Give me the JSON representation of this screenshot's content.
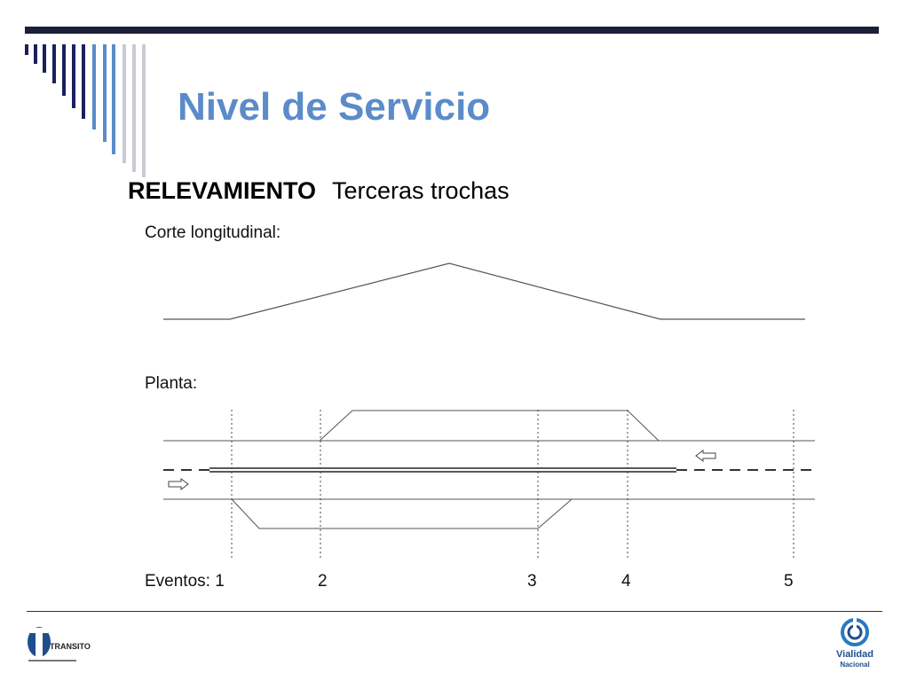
{
  "slide": {
    "title": "Nivel de Servicio",
    "subtitle_keyword": "RELEVAMIENTO",
    "subtitle_text": "Terceras trochas"
  },
  "diagram": {
    "section_label": "Corte longitudinal:",
    "plan_label": "Planta:",
    "events_label": "Eventos: 1",
    "events": [
      "2",
      "3",
      "4",
      "5"
    ]
  },
  "logos": {
    "left_text": "TRANSITO",
    "right_text_1": "Vialidad",
    "right_text_2": "Nacional"
  },
  "icons": {
    "left_logo": "transito-logo-icon",
    "right_logo": "vialidad-logo-icon",
    "arrow_left": "arrow-left-icon",
    "arrow_right": "arrow-right-icon"
  },
  "colors": {
    "title": "#5b8bc9",
    "rule": "#1b1f3a",
    "bar_dark": "#1b1f5e",
    "bar_mid": "#5b8bc9",
    "bar_light": "#c9cbd4"
  }
}
